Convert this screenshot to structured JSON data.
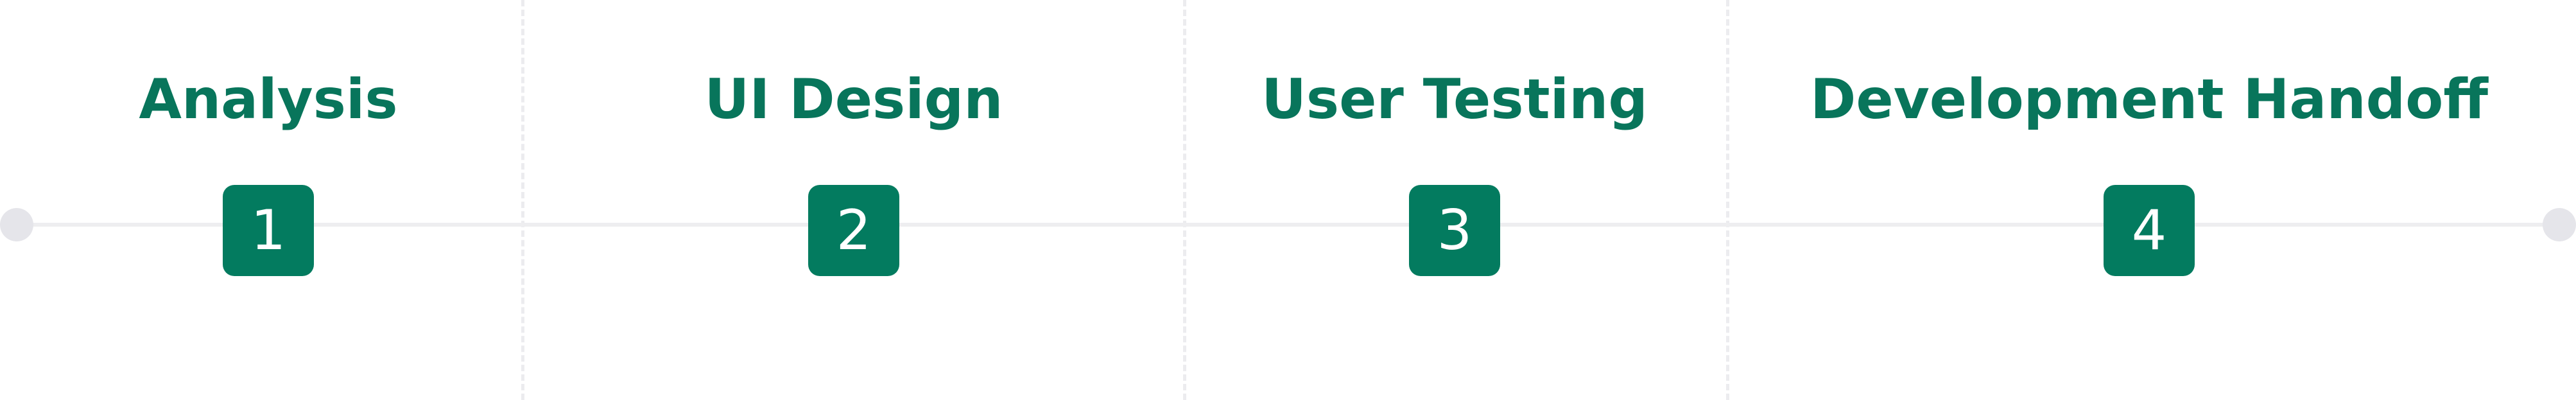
{
  "steps": [
    {
      "title": "Analysis",
      "number": "1"
    },
    {
      "title": "UI Design",
      "number": "2"
    },
    {
      "title": "User Testing",
      "number": "3"
    },
    {
      "title": "Development Handoff",
      "number": "4"
    }
  ],
  "colors": {
    "accent": "#037b5f",
    "title": "#08755b",
    "line": "#eeeef0",
    "endpoint": "#e5e5ea",
    "divider": "#ececef"
  }
}
